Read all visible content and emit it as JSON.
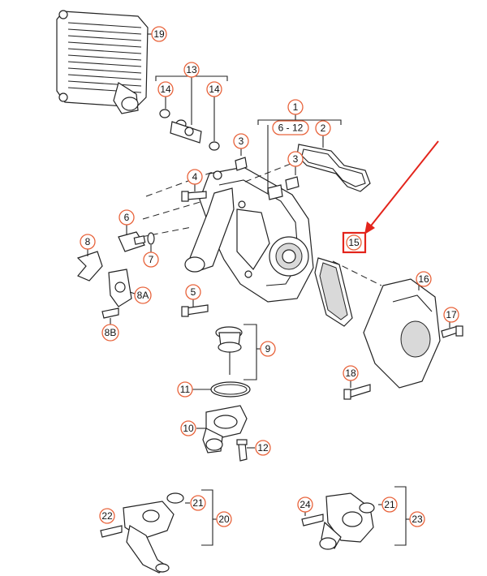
{
  "labels": {
    "p19": "19",
    "p13": "13",
    "p14a": "14",
    "p14b": "14",
    "p1": "1",
    "p6_12": "6 - 12",
    "p2": "2",
    "p3a": "3",
    "p3b": "3",
    "p4": "4",
    "p6": "6",
    "p7": "7",
    "p8": "8",
    "p8A": "8A",
    "p8B": "8B",
    "p5": "5",
    "p15": "15",
    "p16": "16",
    "p17": "17",
    "p18": "18",
    "p9": "9",
    "p11": "11",
    "p10": "10",
    "p12": "12",
    "p22": "22",
    "p21a": "21",
    "p20": "20",
    "p24": "24",
    "p21b": "21",
    "p23": "23"
  },
  "colors": {
    "callout_ring": "#e8643c",
    "highlight": "#e3241b",
    "line": "#222222"
  }
}
